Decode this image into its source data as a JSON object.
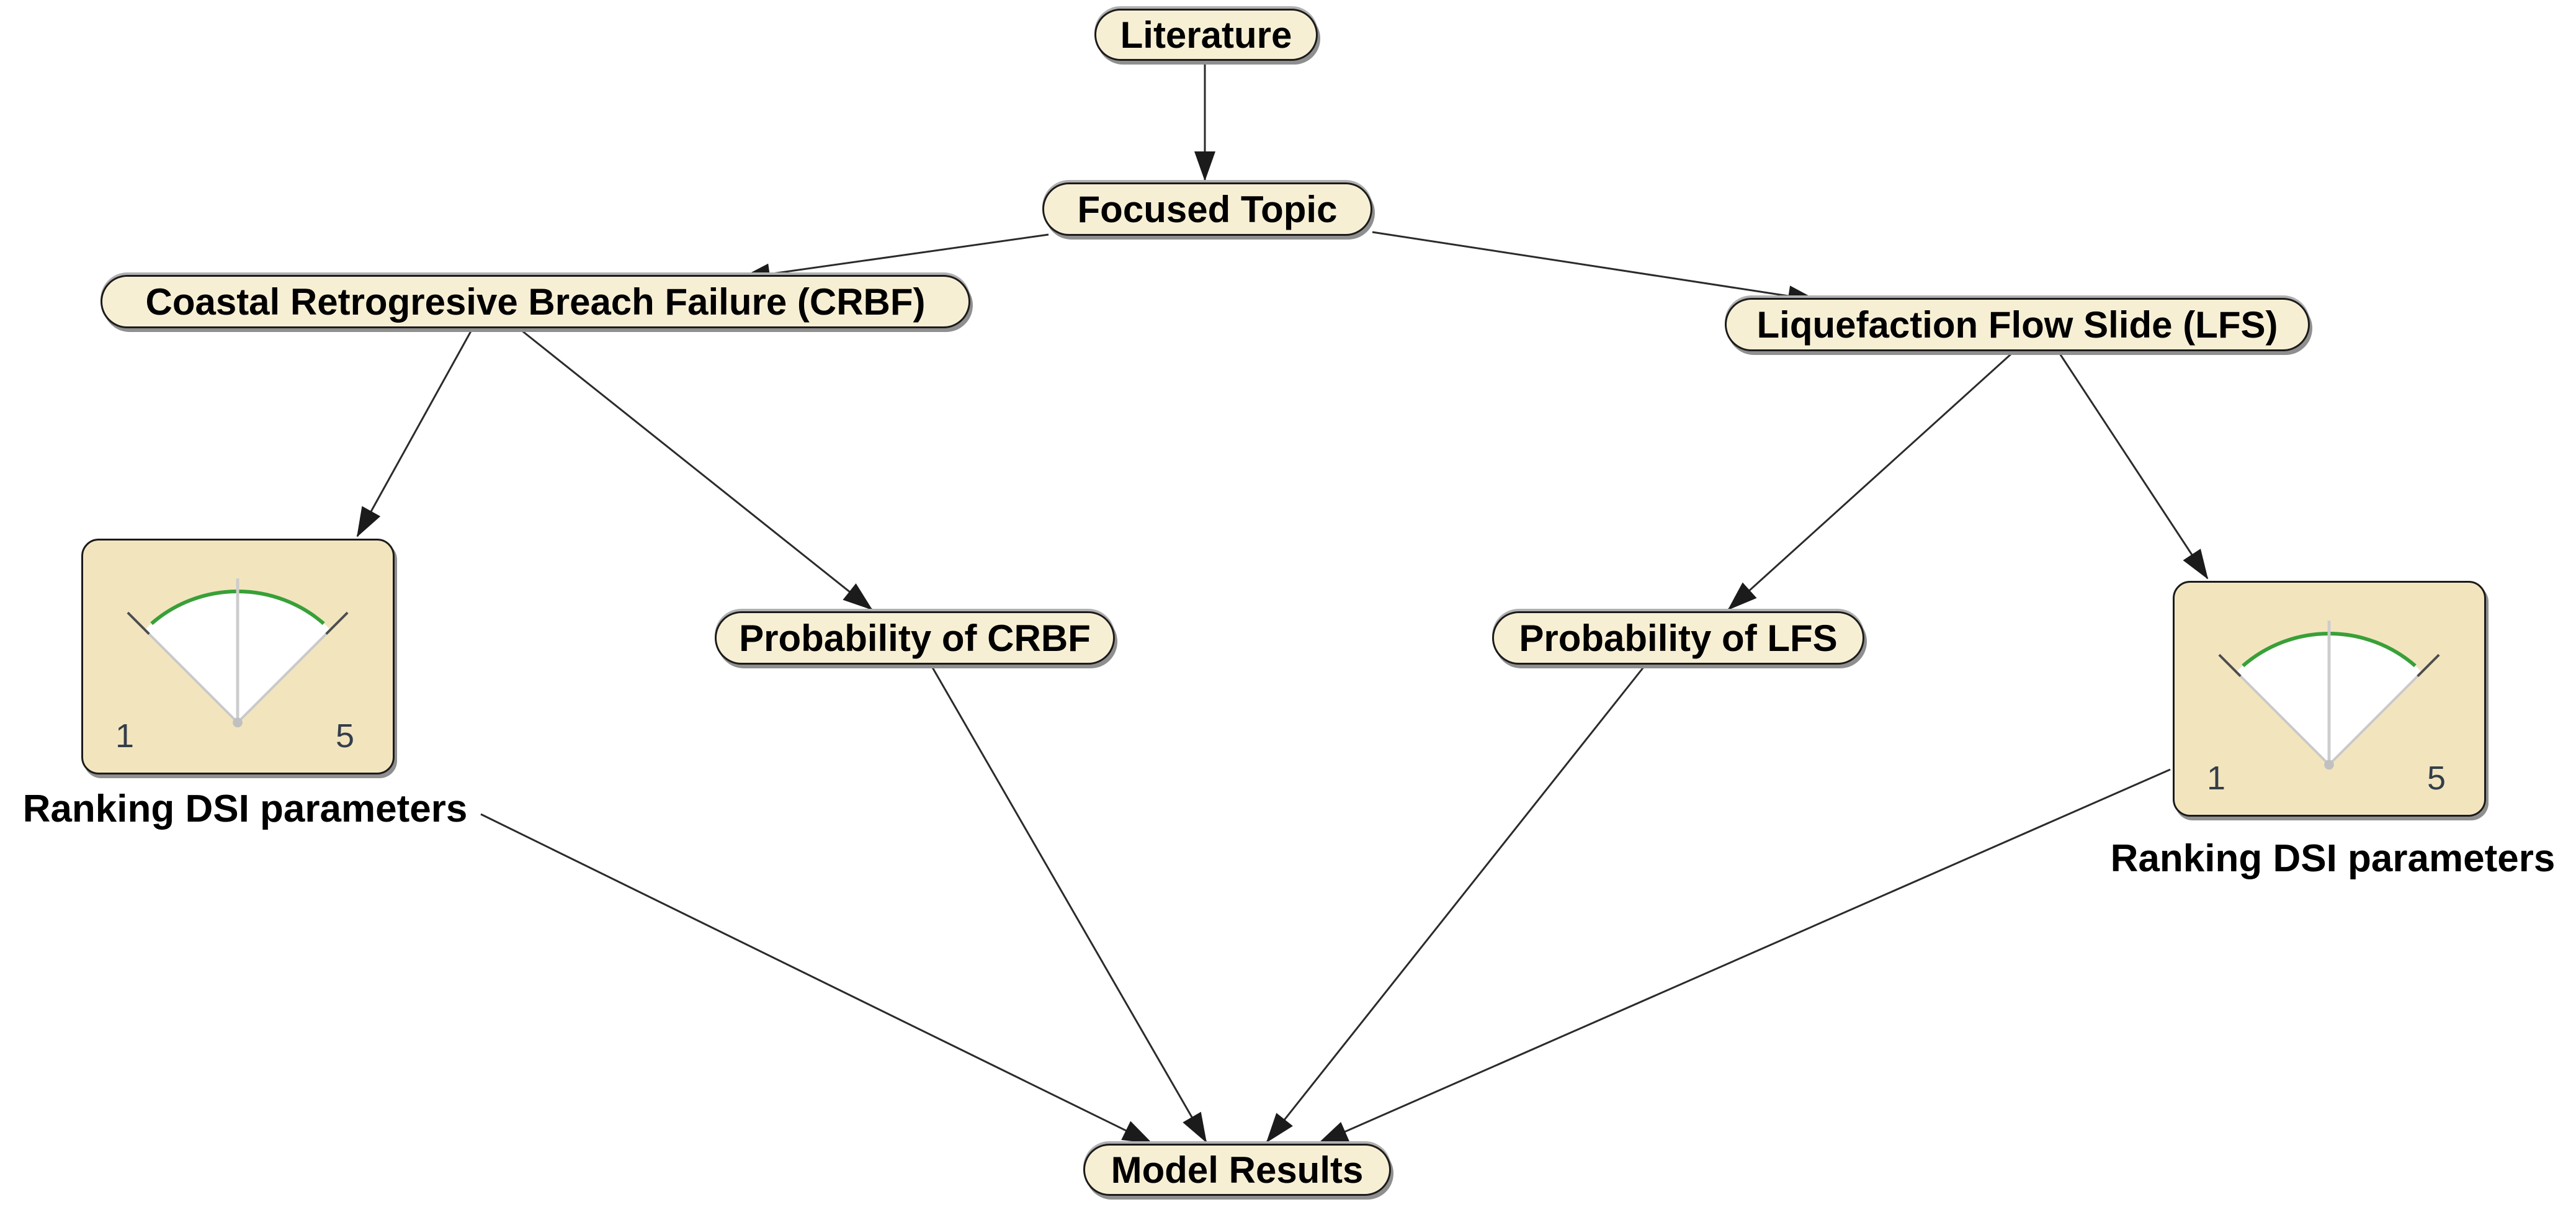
{
  "diagram": {
    "type": "bayesian-network-influence-diagram",
    "nodes": {
      "literature": {
        "label": "Literature"
      },
      "focused_topic": {
        "label": "Focused Topic"
      },
      "crbf": {
        "label": "Coastal Retrogresive Breach Failure (CRBF)"
      },
      "lfs": {
        "label": "Liquefaction Flow Slide (LFS)"
      },
      "prob_crbf": {
        "label": "Probability of CRBF"
      },
      "prob_lfs": {
        "label": "Probability of LFS"
      },
      "model_results": {
        "label": "Model Results"
      },
      "ranking_left": {
        "label": "Ranking DSI parameters",
        "scale_min": "1",
        "scale_max": "5",
        "gauge": "fan-dial"
      },
      "ranking_right": {
        "label": "Ranking DSI parameters",
        "scale_min": "1",
        "scale_max": "5",
        "gauge": "fan-dial"
      }
    },
    "edges": [
      {
        "from": "literature",
        "to": "focused_topic"
      },
      {
        "from": "focused_topic",
        "to": "crbf"
      },
      {
        "from": "focused_topic",
        "to": "lfs"
      },
      {
        "from": "crbf",
        "to": "ranking_left"
      },
      {
        "from": "crbf",
        "to": "prob_crbf"
      },
      {
        "from": "lfs",
        "to": "prob_lfs"
      },
      {
        "from": "lfs",
        "to": "ranking_right"
      },
      {
        "from": "ranking_left",
        "to": "model_results"
      },
      {
        "from": "prob_crbf",
        "to": "model_results"
      },
      {
        "from": "prob_lfs",
        "to": "model_results"
      },
      {
        "from": "ranking_right",
        "to": "model_results"
      }
    ]
  },
  "colors": {
    "node_fill": "#F7EFD4",
    "gauge_fill": "#F2E5BE",
    "border": "#1b1b1b",
    "shadow": "#8f8f8f",
    "edge": "#2b2b2b",
    "arc_green": "#38A038",
    "needle_gray": "#CDCDCD",
    "fan_gray": "#C9C9C9",
    "tick_dark": "#4d4d4d",
    "num": "#343e4a",
    "text": "#000000"
  }
}
